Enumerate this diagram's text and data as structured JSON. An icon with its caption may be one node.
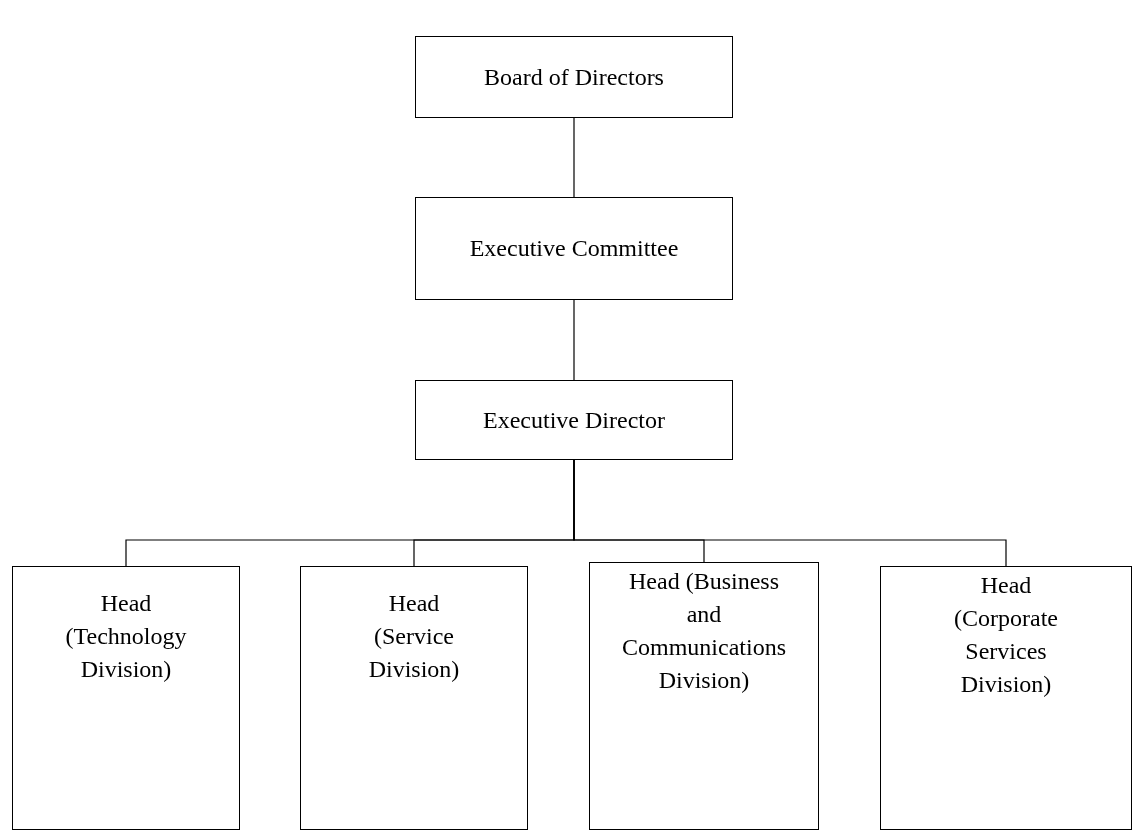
{
  "diagram": {
    "nodes": [
      {
        "text": [
          "Board of Directors"
        ]
      },
      {
        "text": [
          "Executive Committee"
        ]
      },
      {
        "text": [
          "Executive Director"
        ]
      },
      {
        "text": [
          "Head (Technology Division)"
        ]
      },
      {
        "text": [
          "Head (Service Division)"
        ]
      },
      {
        "text": [
          "Head (Business and Communications Division)"
        ]
      },
      {
        "text": [
          "Head (Corporate Services Division)"
        ]
      }
    ],
    "edges": [
      {
        "from": 0,
        "to": 1,
        "arrow": "none"
      },
      {
        "from": 1,
        "to": 2,
        "arrow": "none"
      },
      {
        "from": 2,
        "to": 3,
        "arrow": "none"
      },
      {
        "from": 2,
        "to": 4,
        "arrow": "none"
      },
      {
        "from": 2,
        "to": 5,
        "arrow": "none"
      },
      {
        "from": 2,
        "to": 6,
        "arrow": "none"
      }
    ]
  }
}
